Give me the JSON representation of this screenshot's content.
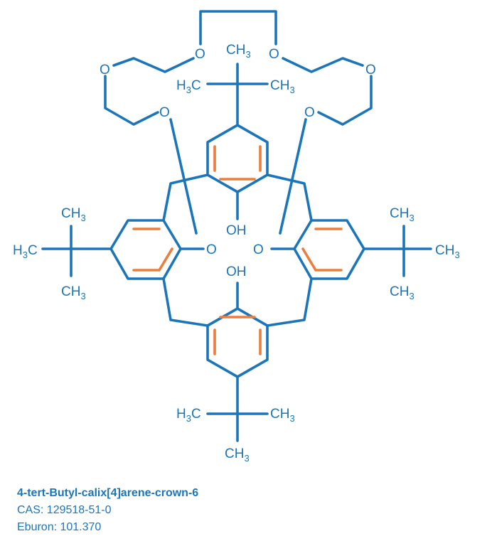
{
  "labels": {
    "ch3": "CH",
    "h3c": "H",
    "c": "C",
    "sub3": "3",
    "oh": "OH",
    "o": "O"
  },
  "caption": {
    "name": "4-tert-Butyl-calix[4]arene-crown-6",
    "cas": "CAS: 129518-51-0",
    "eburon": "Eburon: 101.370"
  },
  "colors": {
    "bond": "#1b75bb",
    "aromatic_bond": "#ee7d3b",
    "text": "#1b75bb"
  }
}
